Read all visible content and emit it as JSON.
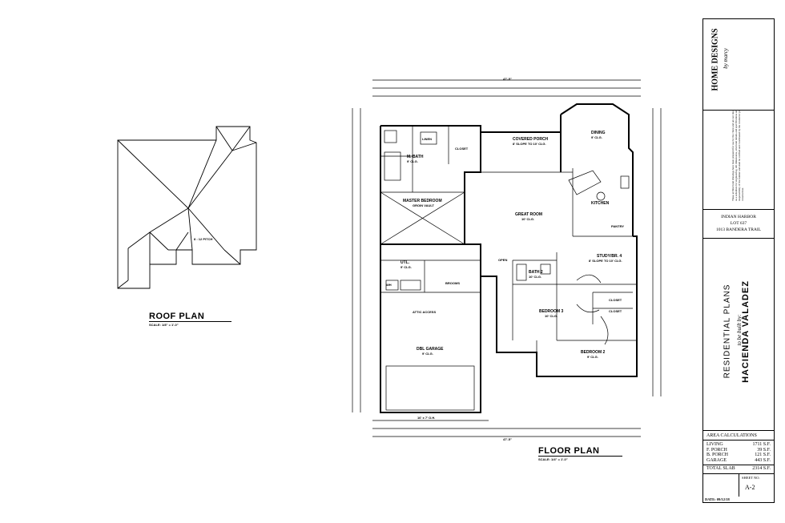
{
  "roof_plan": {
    "title": "ROOF PLAN",
    "scale": "SCALE: 1/8\" = 1'-0\"",
    "pitch_label": "8 : 12 PITCH"
  },
  "floor_plan": {
    "title": "FLOOR PLAN",
    "scale": "SCALE: 1/4\" = 1'-0\"",
    "overall_width": "47'-5\"",
    "rooms": {
      "covered_porch": "COVERED PORCH",
      "covered_porch_note": "8' SLOPE TO 10' CLG.",
      "dining": "DINING",
      "dining_note": "9' CLG.",
      "m_bath": "M. BATH",
      "m_bath_note": "9' CLG.",
      "closet": "CLOSET",
      "linen": "LINEN",
      "master_bedroom": "MASTER BEDROOM",
      "master_bedroom_note": "GROIN VAULT",
      "great_room": "GREAT ROOM",
      "great_room_note": "10' CLG.",
      "kitchen": "KITCHEN",
      "pantry": "PANTRY",
      "utl": "UTL.",
      "utl_note": "9' CLG.",
      "brooms": "BROOMS",
      "bath2": "BATH 2",
      "bath2_note": "10' CLG.",
      "study": "STUDY/BR. 4",
      "study_note": "8' SLOPE TO 10' CLG.",
      "bedroom3": "BEDROOM 3",
      "bedroom3_note": "10' CLG.",
      "bedroom2": "BEDROOM 2",
      "bedroom2_note": "9' CLG.",
      "closet_b": "CLOSET",
      "closet_c": "CLOSET",
      "attic": "ATTIC ACCESS",
      "garage": "DBL GARAGE",
      "garage_note": "9' CLG.",
      "garage_door": "16' x 7' O.H.",
      "open": "OPEN",
      "wh": "WH"
    }
  },
  "title_block": {
    "logo_line1": "HOME DESIGNS",
    "logo_line2": "by",
    "logo_line3": "marcy",
    "disclaimer": "These architectural drawings have been prepared for use by the client and are not intended as a substitute for engineering. All dimensions, structural details and specifications are the responsibility of the builder and shall be verified and coordinated by the contractor prior to construction.",
    "subdivision": "INDIAN HARBOR",
    "lot": "LOT 637",
    "address": "1013 BANDERA TRAIL",
    "plans_title": "RESIDENTIAL PLANS",
    "built_by_label": "to be built by:",
    "builder": "HACIENDA VALADEZ",
    "area_title": "AREA CALCULATIONS",
    "areas": [
      {
        "label": "LIVING",
        "value": "1711 S.F."
      },
      {
        "label": "F. PORCH",
        "value": "39 S.F."
      },
      {
        "label": "B. PORCH",
        "value": "121 S.F."
      },
      {
        "label": "GARAGE",
        "value": "443 S.F."
      }
    ],
    "total_label": "TOTAL SLAB",
    "total_value": "2314 S.F.",
    "sheet_label": "SHEET NO.",
    "sheet_no": "A-2",
    "date": "DATE: 09/12/18"
  }
}
